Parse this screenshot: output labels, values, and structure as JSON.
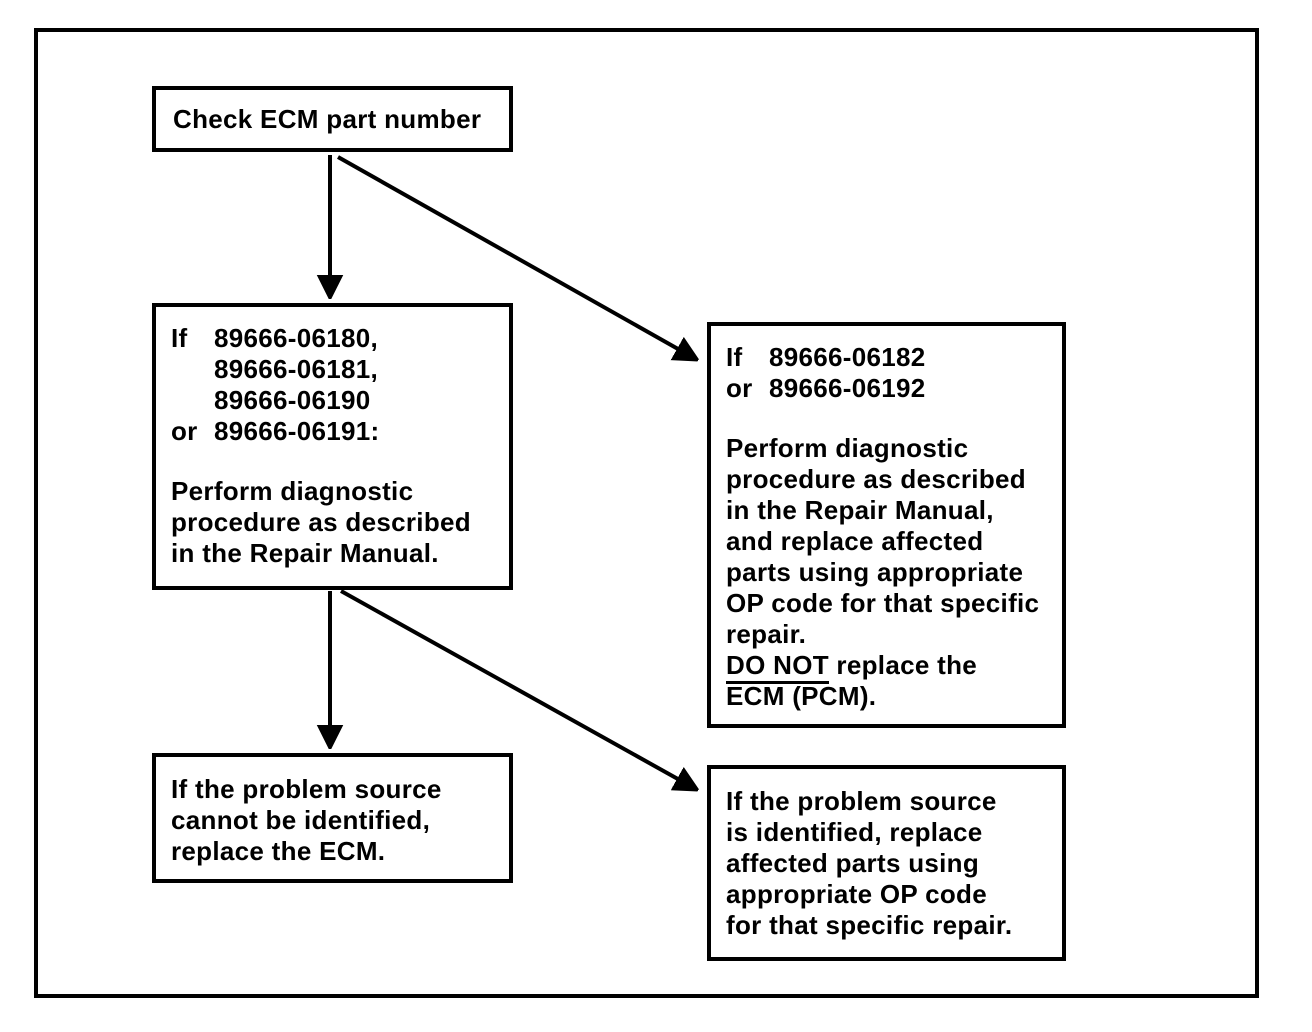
{
  "page": {
    "background_color": "#ffffff",
    "ink_color": "#000000"
  },
  "flowchart": {
    "nodes": {
      "check": {
        "text": "Check ECM part number"
      },
      "left_branch": {
        "prefixes": "If\n\n\nor",
        "part_numbers": "89666-06180,\n89666-06181,\n89666-06190\n89666-06191:",
        "instruction": "Perform diagnostic\nprocedure as described\nin the Repair Manual."
      },
      "right_branch": {
        "prefixes": "If\nor",
        "part_numbers": "89666-06182\n89666-06192",
        "instruction": "Perform diagnostic\nprocedure as described\nin the Repair Manual,\nand replace affected\nparts using appropriate\nOP code for that specific\nrepair.",
        "warning_emphasis": "DO NOT",
        "warning_rest": " replace the\nECM (PCM)."
      },
      "not_identified": {
        "text": "If the problem source\ncannot be identified,\nreplace the ECM."
      },
      "identified": {
        "text": "If the problem source\nis identified, replace\naffected parts using\nappropriate OP code\nfor that specific repair."
      }
    },
    "edges": [
      {
        "from": "check",
        "to": "left_branch"
      },
      {
        "from": "check",
        "to": "right_branch"
      },
      {
        "from": "left_branch",
        "to": "not_identified"
      },
      {
        "from": "left_branch",
        "to": "identified"
      }
    ]
  }
}
